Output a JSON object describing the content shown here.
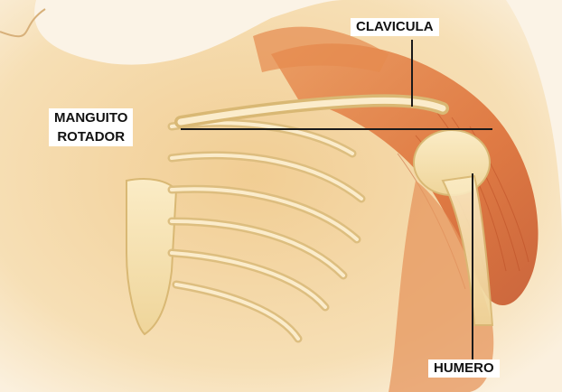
{
  "diagram": {
    "labels": {
      "clavicula": "CLAVICULA",
      "manguito_rotador": "MANGUITO\nROTADOR",
      "humero": "HUMERO"
    },
    "colors": {
      "background": "#fbf3e6",
      "skin": "#f3d9ad",
      "bone": "#f6e3b4",
      "bone_outline": "#d9b874",
      "muscle": "#e07a3e",
      "muscle_dark": "#c4542a",
      "leader_line": "#1a1a1a"
    }
  }
}
